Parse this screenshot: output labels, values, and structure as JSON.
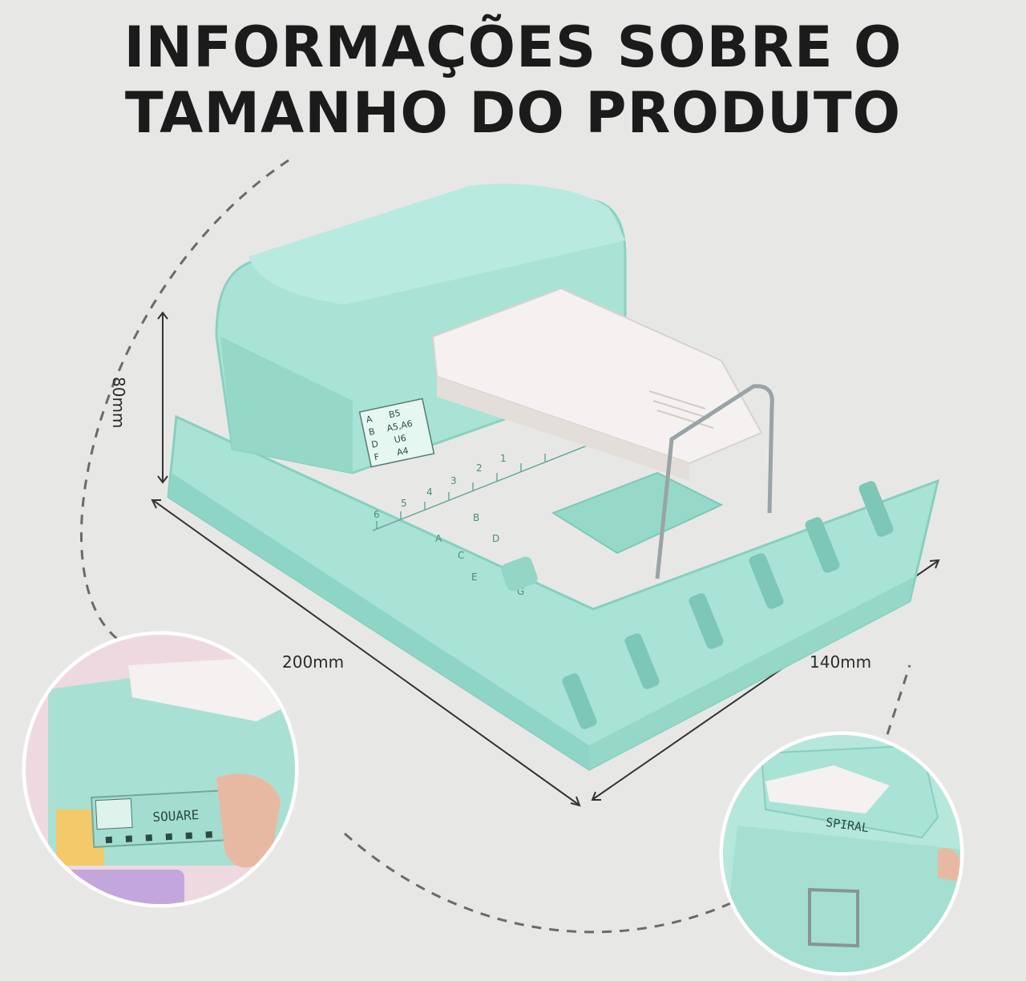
{
  "title": {
    "line1": "INFORMAÇÕES SOBRE O",
    "line2": "TAMANHO DO PRODUTO"
  },
  "dimensions": {
    "height": "80mm",
    "width": "200mm",
    "depth": "140mm"
  },
  "device_labels": {
    "size_table": [
      "A",
      "B5",
      "B",
      "A5,A6",
      "D",
      "U6",
      "F",
      "A4"
    ],
    "marks": [
      "A",
      "B",
      "C",
      "D",
      "E",
      "G"
    ],
    "ruler_numbers": [
      "6",
      "5",
      "4",
      "3",
      "2",
      "1"
    ],
    "square_insert": "SOUARE",
    "spiral_insert": "SPIRAL"
  },
  "colors": {
    "background": "#e7e8e6",
    "device_mint": "#a9e3d5",
    "device_mint_dark": "#86cfbf",
    "handle_white": "#f4f1f0"
  }
}
